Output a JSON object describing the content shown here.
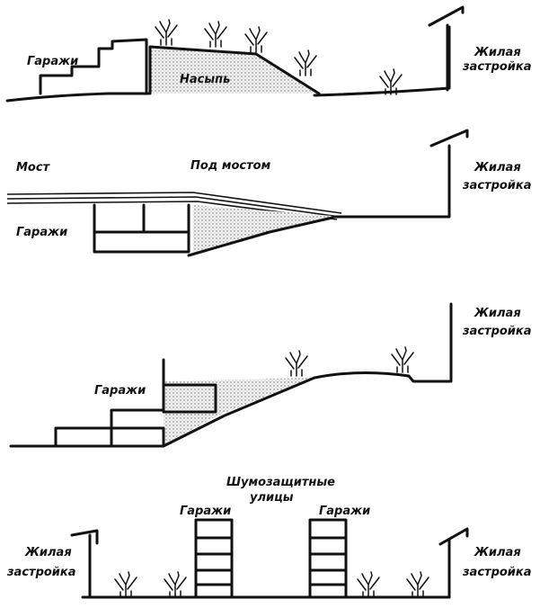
{
  "panel_1": {
    "garages_label": "Гаражи",
    "embankment_label": "Насыпь",
    "housing_label_line1": "Жилая",
    "housing_label_line2": "застройка"
  },
  "panel_2": {
    "bridge_label": "Мост",
    "under_bridge_label": "Под мостом",
    "garages_label": "Гаражи",
    "housing_label_line1": "Жилая",
    "housing_label_line2": "застройка"
  },
  "panel_3": {
    "garages_label": "Гаражи",
    "housing_label_line1": "Жилая",
    "housing_label_line2": "застройка"
  },
  "panel_4": {
    "noise_label_line1": "Шумозащитные",
    "noise_label_line2": "улицы",
    "garages_left_label": "Гаражи",
    "garages_right_label": "Гаражи",
    "housing_left_line1": "Жилая",
    "housing_left_line2": "застройка",
    "housing_right_line1": "Жилая",
    "housing_right_line2": "застройка"
  }
}
